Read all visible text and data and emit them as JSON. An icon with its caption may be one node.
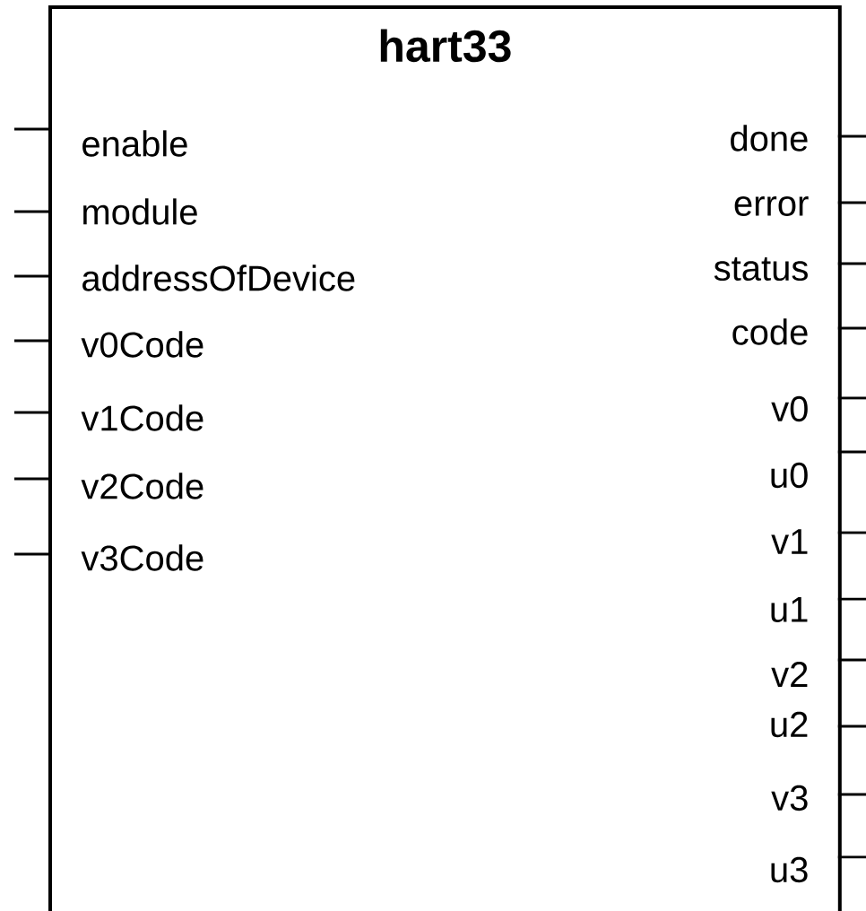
{
  "diagram": {
    "nodes": [
      {
        "text": [
          "hart33"
        ]
      },
      {
        "text": [
          "enable"
        ],
        "in": 0
      },
      {
        "text": [
          "module"
        ],
        "in": 0
      },
      {
        "text": [
          "addressOfDevice"
        ],
        "in": 0
      },
      {
        "text": [
          "v0Code"
        ],
        "in": 0
      },
      {
        "text": [
          "v1Code"
        ],
        "in": 0
      },
      {
        "text": [
          "v2Code"
        ],
        "in": 0
      },
      {
        "text": [
          "v3Code"
        ],
        "in": 0
      },
      {
        "text": [
          "done"
        ],
        "in": 0
      },
      {
        "text": [
          "error"
        ],
        "in": 0
      },
      {
        "text": [
          "status"
        ],
        "in": 0
      },
      {
        "text": [
          "code"
        ],
        "in": 0
      },
      {
        "text": [
          "v0"
        ],
        "in": 0
      },
      {
        "text": [
          "u0"
        ],
        "in": 0
      },
      {
        "text": [
          "v1"
        ],
        "in": 0
      },
      {
        "text": [
          "u1"
        ],
        "in": 0
      },
      {
        "text": [
          "v2"
        ],
        "in": 0
      },
      {
        "text": [
          "u2"
        ],
        "in": 0
      },
      {
        "text": [
          "v3"
        ],
        "in": 0
      },
      {
        "text": [
          "u3"
        ],
        "in": 0
      }
    ],
    "edges": [
      {
        "from": null,
        "to": 1,
        "arrow": "none"
      },
      {
        "from": null,
        "to": 2,
        "arrow": "none"
      },
      {
        "from": null,
        "to": 3,
        "arrow": "none"
      },
      {
        "from": null,
        "to": 4,
        "arrow": "none"
      },
      {
        "from": null,
        "to": 5,
        "arrow": "none"
      },
      {
        "from": null,
        "to": 6,
        "arrow": "none"
      },
      {
        "from": null,
        "to": 7,
        "arrow": "none"
      },
      {
        "from": 8,
        "to": null,
        "arrow": "none"
      },
      {
        "from": 9,
        "to": null,
        "arrow": "none"
      },
      {
        "from": 10,
        "to": null,
        "arrow": "none"
      },
      {
        "from": 11,
        "to": null,
        "arrow": "none"
      },
      {
        "from": 12,
        "to": null,
        "arrow": "none"
      },
      {
        "from": 13,
        "to": null,
        "arrow": "none"
      },
      {
        "from": 14,
        "to": null,
        "arrow": "none"
      },
      {
        "from": 15,
        "to": null,
        "arrow": "none"
      },
      {
        "from": 16,
        "to": null,
        "arrow": "none"
      },
      {
        "from": 17,
        "to": null,
        "arrow": "none"
      },
      {
        "from": 18,
        "to": null,
        "arrow": "none"
      },
      {
        "from": 19,
        "to": null,
        "arrow": "none"
      }
    ]
  }
}
